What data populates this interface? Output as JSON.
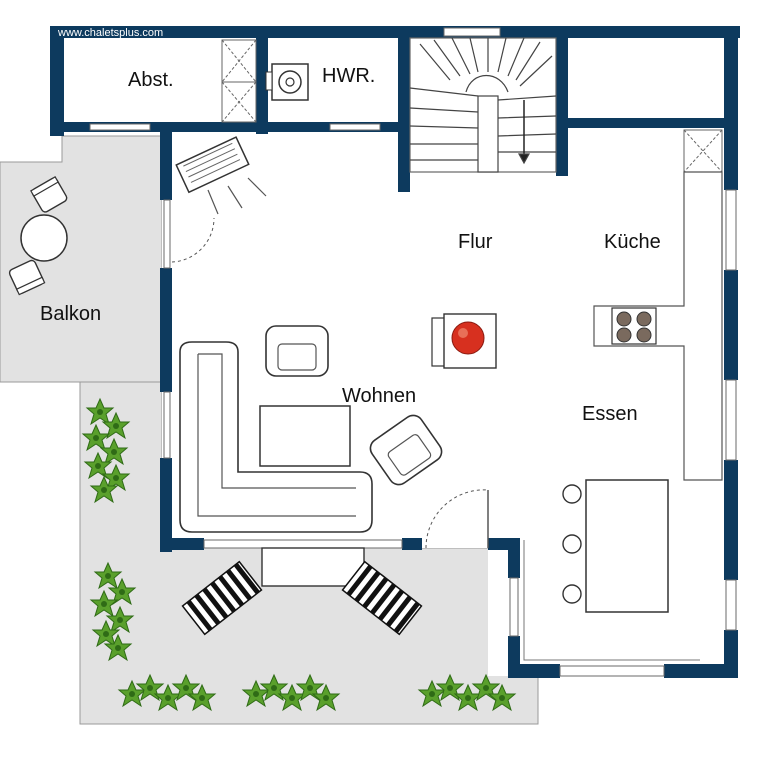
{
  "watermark": "www.chaletsplus.com",
  "rooms": {
    "abst": "Abst.",
    "hwr": "HWR.",
    "flur": "Flur",
    "kueche": "Küche",
    "balkon": "Balkon",
    "wohnen": "Wohnen",
    "essen": "Essen"
  },
  "colors": {
    "wall": "#0d3a5e",
    "floor": "#ffffff",
    "outdoor": "#e2e2e2",
    "fire": "#d7301f",
    "plant": "#5aa02c",
    "plant_dark": "#2f6b16"
  },
  "icons": [
    "stairs-icon",
    "boiler-icon",
    "fireplace-icon",
    "stove-icon",
    "sofa-icon",
    "armchair-icon",
    "sun-lounger-icon",
    "plant-icon",
    "bistro-table-icon",
    "piano-icon"
  ]
}
